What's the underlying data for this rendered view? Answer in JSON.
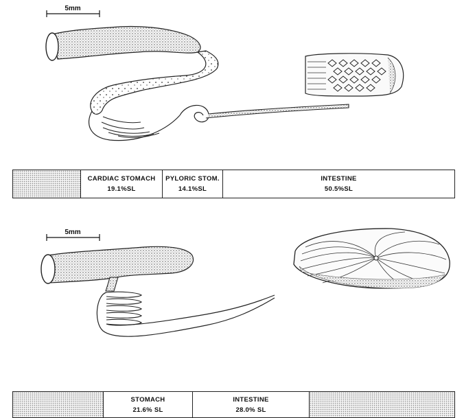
{
  "figure_a": {
    "scale_bar": "5mm",
    "table": {
      "segments": [
        {
          "name": "",
          "pct": ""
        },
        {
          "name": "CARDIAC STOMACH",
          "pct": "19.1%SL"
        },
        {
          "name": "PYLORIC STOM.",
          "pct": "14.1%SL"
        },
        {
          "name": "INTESTINE",
          "pct": "50.5%SL"
        }
      ]
    }
  },
  "figure_b": {
    "scale_bar": "5mm",
    "table": {
      "segments": [
        {
          "name": "",
          "pct": ""
        },
        {
          "name": "STOMACH",
          "pct": "21.6% SL"
        },
        {
          "name": "INTESTINE",
          "pct": "28.0% SL"
        },
        {
          "name": "",
          "pct": ""
        }
      ]
    }
  }
}
